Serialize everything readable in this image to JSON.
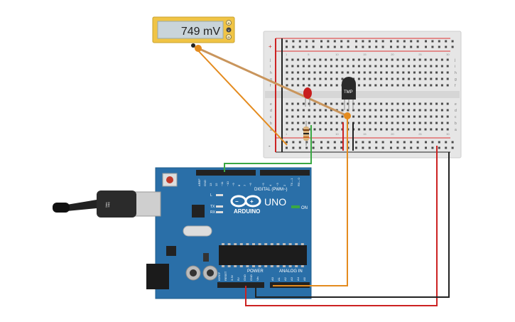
{
  "multimeter": {
    "reading": "749 mV",
    "modes": [
      "A",
      "V",
      "Ω"
    ]
  },
  "breadboard": {
    "row_letters_top": [
      "j",
      "i",
      "h",
      "g",
      "f"
    ],
    "row_letters_bottom": [
      "e",
      "d",
      "c",
      "b",
      "a"
    ],
    "column_count": 30,
    "rail_plus": "+",
    "rail_minus": "-"
  },
  "sensor": {
    "label": "TMP"
  },
  "arduino": {
    "logo_text": "ARDUINO",
    "model": "UNO",
    "on_label": "ON",
    "tx_label": "TX",
    "rx_label": "RX",
    "digital_label": "DIGITAL (PWM~)",
    "power_label": "POWER",
    "analog_label": "ANALOG IN",
    "digital_pins": [
      "AREF",
      "GND",
      "13",
      "12",
      "~11",
      "~10",
      "~9",
      "8",
      "7",
      "~6",
      "~5",
      "4",
      "~3",
      "2",
      "TX→1",
      "RX←0"
    ],
    "power_pins": [
      "IOREF",
      "RESET",
      "3.3V",
      "5V",
      "GND",
      "GND",
      "Vin"
    ],
    "analog_pins": [
      "A0",
      "A1",
      "A2",
      "A3",
      "A4",
      "A5"
    ],
    "l_label": "L"
  },
  "colors": {
    "board": "#2a6fa8",
    "breadboard": "#e6e6e6",
    "wire_orange": "#e48b1e",
    "wire_red": "#cc2222",
    "wire_black": "#222222",
    "wire_green": "#3aa843",
    "led": "#c81e1e"
  }
}
